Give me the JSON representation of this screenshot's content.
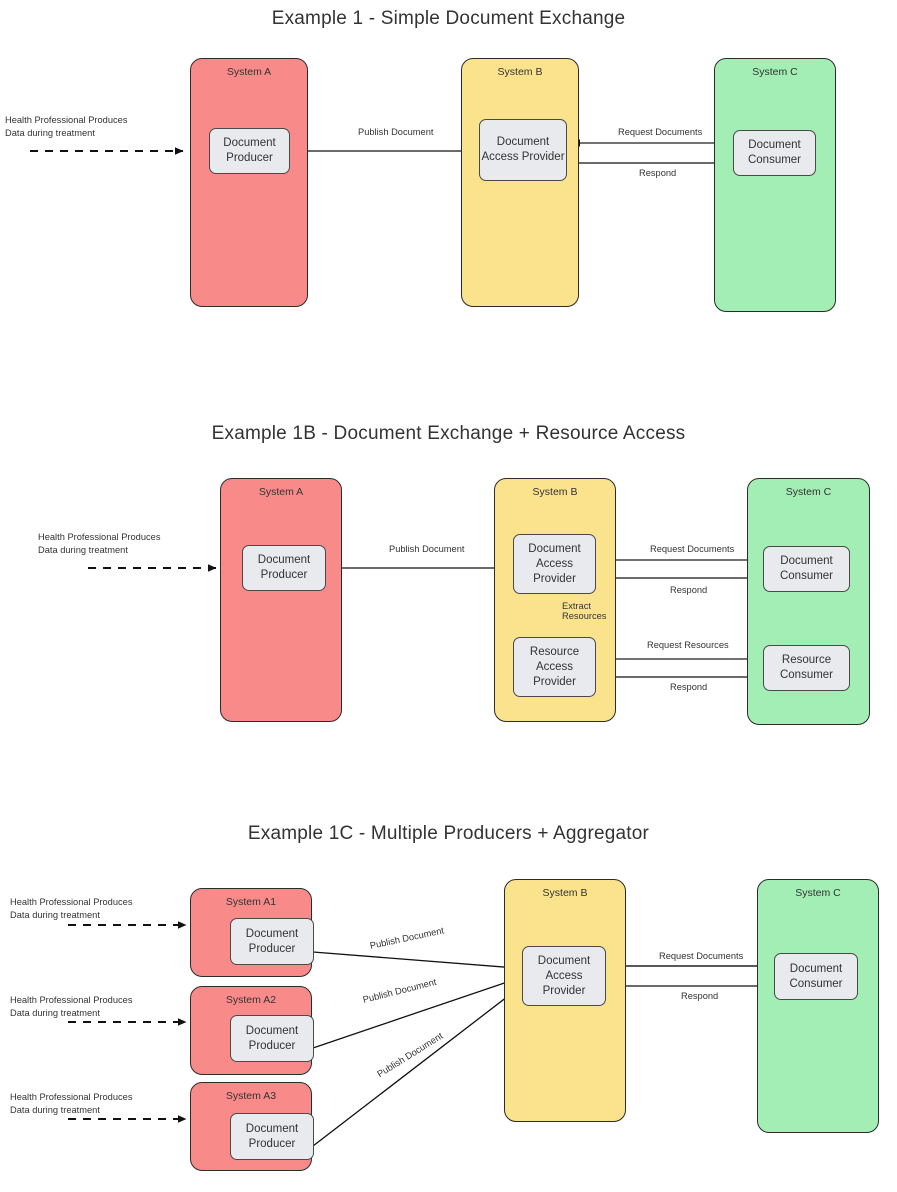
{
  "page": {
    "background": "#ffffff",
    "accent_red": "#f88a8a",
    "accent_yellow": "#fbe38e",
    "accent_green": "#a2eeb4",
    "node_fill": "#e8eaed",
    "stroke": "#333333"
  },
  "diagrams": [
    {
      "id": "example-1",
      "title": "Example 1 - Simple Document Exchange",
      "note": {
        "line1": "Health Professional Produces",
        "line2": "Data during treatment"
      },
      "systems": [
        {
          "label": "System A",
          "color": "red",
          "nodes": [
            {
              "label": "Document Producer"
            }
          ]
        },
        {
          "label": "System B",
          "color": "yellow",
          "nodes": [
            {
              "label": "Document Access Provider"
            }
          ]
        },
        {
          "label": "System C",
          "color": "green",
          "nodes": [
            {
              "label": "Document Consumer"
            }
          ]
        }
      ],
      "edges": [
        {
          "label": "Publish Document"
        },
        {
          "label": "Request Documents"
        },
        {
          "label": "Respond"
        }
      ]
    },
    {
      "id": "example-1b",
      "title": "Example 1B - Document Exchange + Resource Access",
      "note": {
        "line1": "Health Professional Produces",
        "line2": "Data during treatment"
      },
      "systems": [
        {
          "label": "System A",
          "color": "red",
          "nodes": [
            {
              "label": "Document Producer"
            }
          ]
        },
        {
          "label": "System B",
          "color": "yellow",
          "nodes": [
            {
              "label": "Document Access Provider"
            },
            {
              "label": "Resource Access Provider"
            }
          ]
        },
        {
          "label": "System C",
          "color": "green",
          "nodes": [
            {
              "label": "Document Consumer"
            },
            {
              "label": "Resource Consumer"
            }
          ]
        }
      ],
      "edges": [
        {
          "label": "Publish Document"
        },
        {
          "label": "Request Documents"
        },
        {
          "label": "Respond"
        },
        {
          "label_line1": "Extract",
          "label_line2": "Resources"
        },
        {
          "label": "Request Resources"
        },
        {
          "label": "Respond"
        }
      ]
    },
    {
      "id": "example-1c",
      "title": "Example 1C - Multiple Producers + Aggregator",
      "notes": [
        {
          "line1": "Health Professional Produces",
          "line2": "Data during treatment"
        },
        {
          "line1": "Health Professional Produces",
          "line2": "Data during treatment"
        },
        {
          "line1": "Health Professional Produces",
          "line2": "Data during treatment"
        }
      ],
      "systems": [
        {
          "label": "System A1",
          "color": "red",
          "nodes": [
            {
              "label": "Document Producer"
            }
          ]
        },
        {
          "label": "System A2",
          "color": "red",
          "nodes": [
            {
              "label": "Document Producer"
            }
          ]
        },
        {
          "label": "System A3",
          "color": "red",
          "nodes": [
            {
              "label": "Document Producer"
            }
          ]
        },
        {
          "label": "System B",
          "color": "yellow",
          "nodes": [
            {
              "label": "Document Access Provider"
            }
          ]
        },
        {
          "label": "System C",
          "color": "green",
          "nodes": [
            {
              "label": "Document Consumer"
            }
          ]
        }
      ],
      "edges": [
        {
          "label": "Publish Document"
        },
        {
          "label": "Publish Document"
        },
        {
          "label": "Publish Document"
        },
        {
          "label": "Request Documents"
        },
        {
          "label": "Respond"
        }
      ]
    }
  ]
}
